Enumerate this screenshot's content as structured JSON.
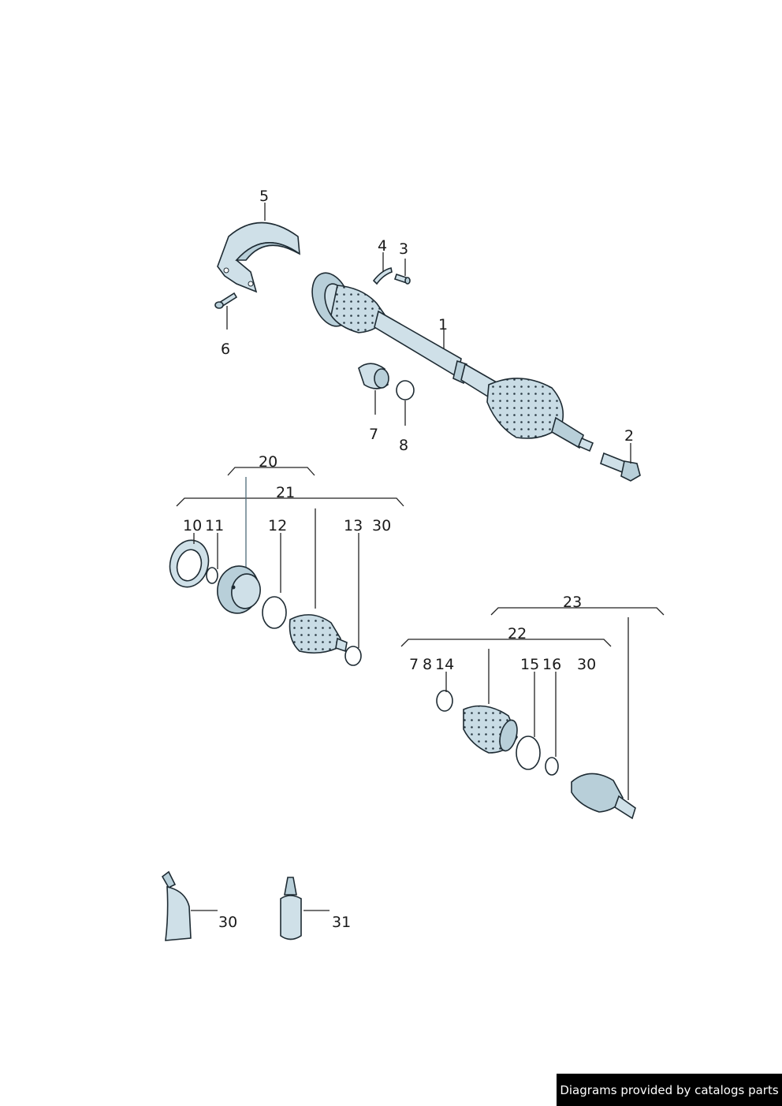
{
  "callouts": {
    "c1": "1",
    "c2": "2",
    "c3": "3",
    "c4": "4",
    "c5": "5",
    "c6": "6",
    "c7": "7",
    "c8": "8",
    "c20": "20",
    "c21": "21",
    "c10": "10",
    "c11": "11",
    "c12": "12",
    "c13": "13",
    "c30a": "30",
    "c23": "23",
    "c22": "22",
    "c7b": "7",
    "c8b": "8",
    "c14": "14",
    "c15": "15",
    "c16": "16",
    "c30b": "30",
    "c30c": "30",
    "c31": "31"
  },
  "credit": "Diagrams provided by catalogs parts",
  "colors": {
    "part_fill": "#cfe0e8",
    "outline": "#1e2b33",
    "credit_bg": "#000000"
  }
}
